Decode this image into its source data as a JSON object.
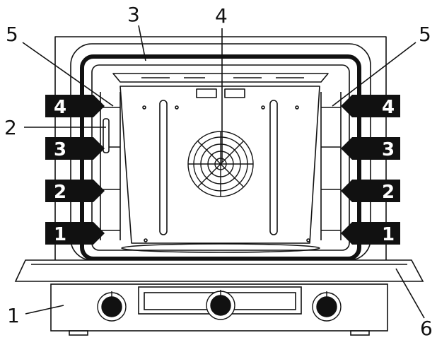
{
  "callouts": {
    "c1": "1",
    "c2": "2",
    "c3": "3",
    "c4": "4",
    "c5_left": "5",
    "c5_right": "5",
    "c6": "6"
  },
  "rack_levels": {
    "left": [
      "4",
      "3",
      "2",
      "1"
    ],
    "right": [
      "4",
      "3",
      "2",
      "1"
    ]
  },
  "colors": {
    "line": "#111111",
    "badge": "#111111",
    "background": "#ffffff"
  }
}
